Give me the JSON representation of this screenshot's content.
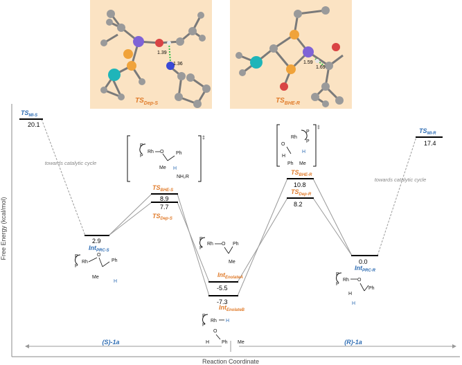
{
  "axes": {
    "y_label": "Free Energy (kcal/mol)",
    "x_label": "Reaction Coordinate"
  },
  "bottom_labels": {
    "left": "(S)-1a",
    "right": "(R)-1a"
  },
  "side_notes": {
    "left": "towards catalytic cycle",
    "right": "towards catalytic cycle"
  },
  "insets": {
    "left": {
      "label": "TS",
      "sub": "Dep-S",
      "dist1": "1.39",
      "dist2": "1.36"
    },
    "right": {
      "label": "TS",
      "sub": "BHE-R",
      "dist1": "1.59",
      "dist2": "1.69"
    }
  },
  "states": [
    {
      "id": "tsmi_s",
      "name": "TS",
      "sub": "MI-S",
      "energy": "20.1",
      "color": "#2f6db3"
    },
    {
      "id": "int_prc_s",
      "name": "Int",
      "sub": "PRC-S",
      "energy": "2.9",
      "color": "#2f6db3"
    },
    {
      "id": "ts_bhe_s",
      "name": "TS",
      "sub": "BHE-S",
      "energy": "8.9",
      "color": "#e07b2a"
    },
    {
      "id": "ts_dep_s",
      "name": "TS",
      "sub": "Dep-S",
      "energy": "7.7",
      "color": "#e07b2a"
    },
    {
      "id": "int_enolA",
      "name": "Int",
      "sub": "EnolateA",
      "energy": "-5.5",
      "color": "#e07b2a"
    },
    {
      "id": "int_enolB",
      "name": "Int",
      "sub": "EnolateB",
      "energy": "-7.3",
      "color": "#e07b2a"
    },
    {
      "id": "ts_bhe_r",
      "name": "TS",
      "sub": "BHE-R",
      "energy": "10.8",
      "color": "#e07b2a"
    },
    {
      "id": "ts_dep_r",
      "name": "TS",
      "sub": "Dep-R",
      "energy": "8.2",
      "color": "#e07b2a"
    },
    {
      "id": "int_prc_r",
      "name": "Int",
      "sub": "PRC-R",
      "energy": "0.0",
      "color": "#2f6db3"
    },
    {
      "id": "tsmi_r",
      "name": "TS",
      "sub": "MI-R",
      "energy": "17.4",
      "color": "#2f6db3"
    }
  ],
  "structure_text": {
    "p": "P",
    "rh": "Rh",
    "o": "O",
    "ph": "Ph",
    "me": "Me",
    "h": "H",
    "nh2r": "NH₂R",
    "dagger": "‡"
  }
}
